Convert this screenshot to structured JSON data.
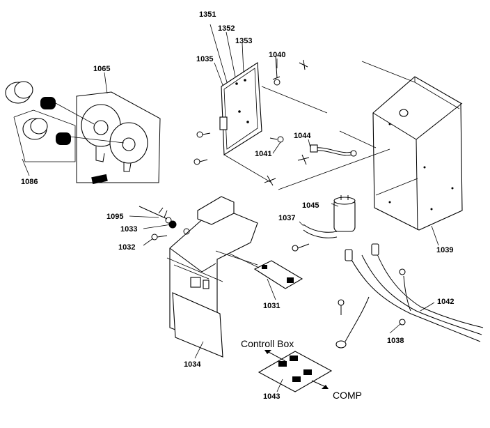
{
  "labels": {
    "p1351": "1351",
    "p1352": "1352",
    "p1353": "1353",
    "p1035": "1035",
    "p1040": "1040",
    "p1065": "1065",
    "p1044": "1044",
    "p1041": "1041",
    "p1086": "1086",
    "p1045": "1045",
    "p1037": "1037",
    "p1095": "1095",
    "p1033": "1033",
    "p1032": "1032",
    "p1039": "1039",
    "p1031": "1031",
    "p1042": "1042",
    "p1038": "1038",
    "p1034": "1034",
    "p1043": "1043"
  },
  "annotations": {
    "controll_box": "Controll Box",
    "comp": "COMP"
  }
}
